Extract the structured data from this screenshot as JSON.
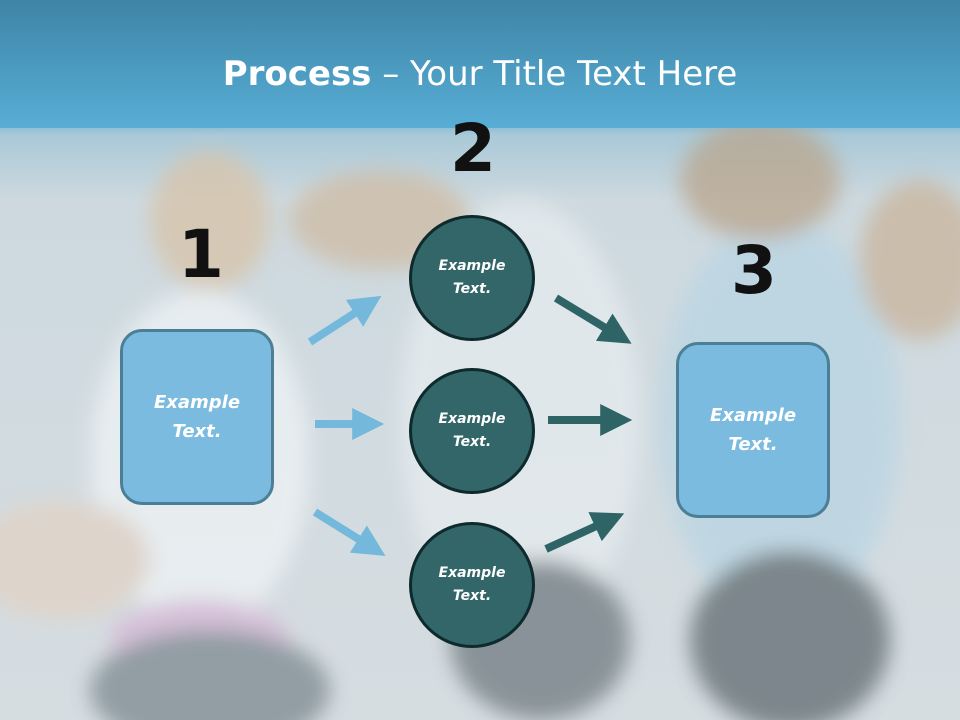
{
  "title": {
    "bold": "Process",
    "rest": " – Your Title Text Here"
  },
  "steps": {
    "one": "1",
    "two": "2",
    "three": "3"
  },
  "left_box": {
    "text_line1": "Example",
    "text_line2": "Text."
  },
  "circles": [
    {
      "line1": "Example",
      "line2": "Text."
    },
    {
      "line1": "Example",
      "line2": "Text."
    },
    {
      "line1": "Example",
      "line2": "Text."
    }
  ],
  "right_box": {
    "text_line1": "Example",
    "text_line2": "Text."
  },
  "colors": {
    "box_fill": "#7bbbe0",
    "circle_fill": "#336668",
    "arrow_light": "#74b9dc",
    "arrow_dark": "#2e6466",
    "header": "#55a8cf"
  },
  "icons": {
    "arrow_in": "arrow-right-icon",
    "arrow_out": "arrow-right-icon"
  }
}
